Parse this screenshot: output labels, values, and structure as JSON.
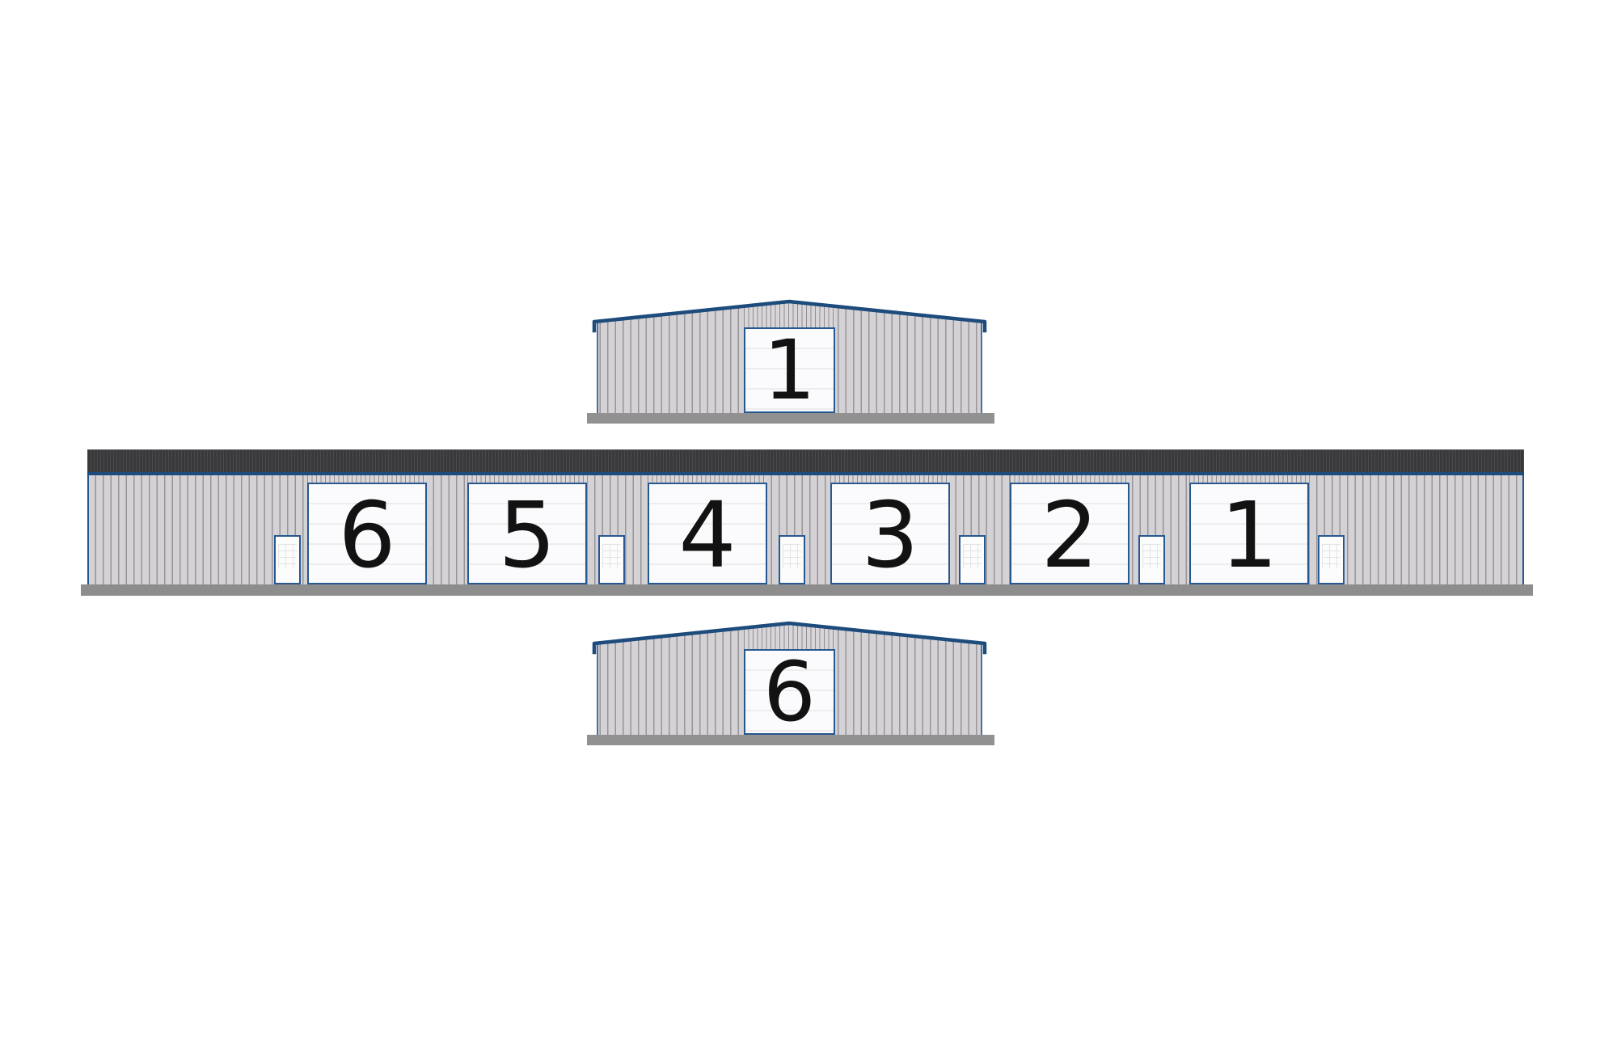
{
  "diagram": {
    "end_elevation_top": {
      "unit_label": "1"
    },
    "side_elevation": {
      "units": [
        {
          "label": "6"
        },
        {
          "label": "5"
        },
        {
          "label": "4"
        },
        {
          "label": "3"
        },
        {
          "label": "2"
        },
        {
          "label": "1"
        }
      ]
    },
    "end_elevation_bottom": {
      "unit_label": "6"
    }
  },
  "colors": {
    "background": "#ffffff",
    "wall_panel": "#d5d2d5",
    "wall_rib": "#97949a",
    "roof_band_dark": "#39393b",
    "roof_band_rib": "#4a4a4d",
    "trim_blue": "#1d4b7c",
    "door_frame_blue": "#27588f",
    "door_white": "#fbfbfd",
    "door_panel_line": "#ededee",
    "slab_gray": "#8d8d8d",
    "number_black": "#121212"
  }
}
